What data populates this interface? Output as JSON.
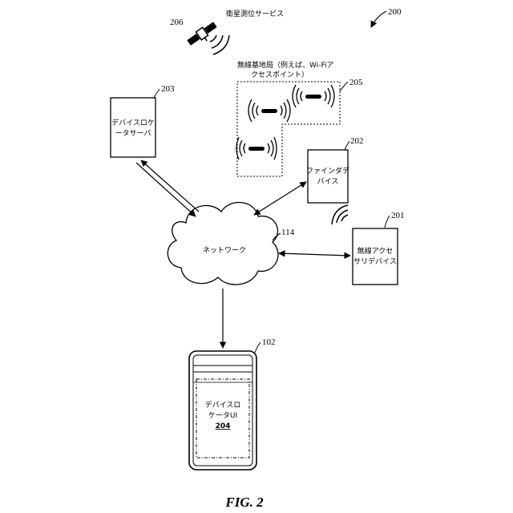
{
  "figure": {
    "ref": "200",
    "caption": "FIG. 2"
  },
  "satellite": {
    "ref": "206",
    "label": "衛星測位サービス"
  },
  "wifi": {
    "ref": "205",
    "label_line1": "無線基地局（例えば、Wi-Fiア",
    "label_line2": "クセスポイント）"
  },
  "server": {
    "ref": "203",
    "label_line1": "デバイスロケ",
    "label_line2": "ータサーバ"
  },
  "finder": {
    "ref": "202",
    "label_line1": "ファインダデ",
    "label_line2": "バイス"
  },
  "accessory": {
    "ref": "201",
    "label_line1": "無線アクセ",
    "label_line2": "サリデバイス"
  },
  "network": {
    "ref": "114",
    "label": "ネットワーク"
  },
  "device": {
    "ref": "102",
    "label_line1": "デバイスロ",
    "label_line2": "ケータUI",
    "ui_ref": "204"
  }
}
